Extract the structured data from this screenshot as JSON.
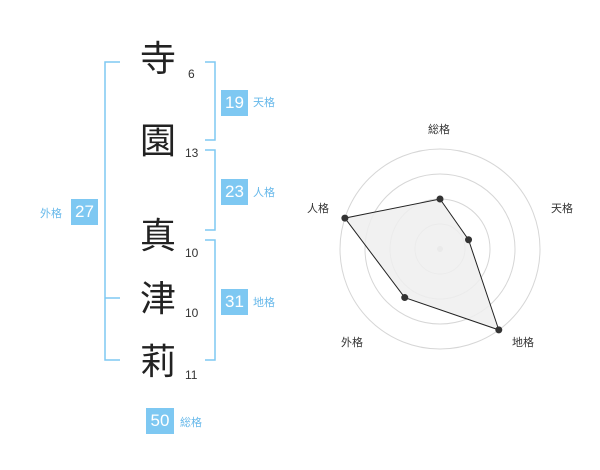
{
  "name": [
    {
      "char": "寺",
      "strokes": "6"
    },
    {
      "char": "園",
      "strokes": "13"
    },
    {
      "char": "真",
      "strokes": "10"
    },
    {
      "char": "津",
      "strokes": "10"
    },
    {
      "char": "莉",
      "strokes": "11"
    }
  ],
  "fortunes": {
    "tenkaku": {
      "value": "19",
      "label": "天格"
    },
    "jinkaku": {
      "value": "23",
      "label": "人格"
    },
    "chikaku": {
      "value": "31",
      "label": "地格"
    },
    "gaikaku": {
      "value": "27",
      "label": "外格"
    },
    "soukaku": {
      "value": "50",
      "label": "総格"
    }
  },
  "chart_data": {
    "type": "radar",
    "axes": [
      "総格",
      "天格",
      "地格",
      "外格",
      "人格"
    ],
    "values": [
      0.5,
      0.3,
      1.0,
      0.6,
      1.0
    ],
    "rings": 4,
    "colors": {
      "accent": "#7ec8f2",
      "fill": "#eeeeee",
      "line": "#222222",
      "ring": "#d6d6d6"
    }
  }
}
